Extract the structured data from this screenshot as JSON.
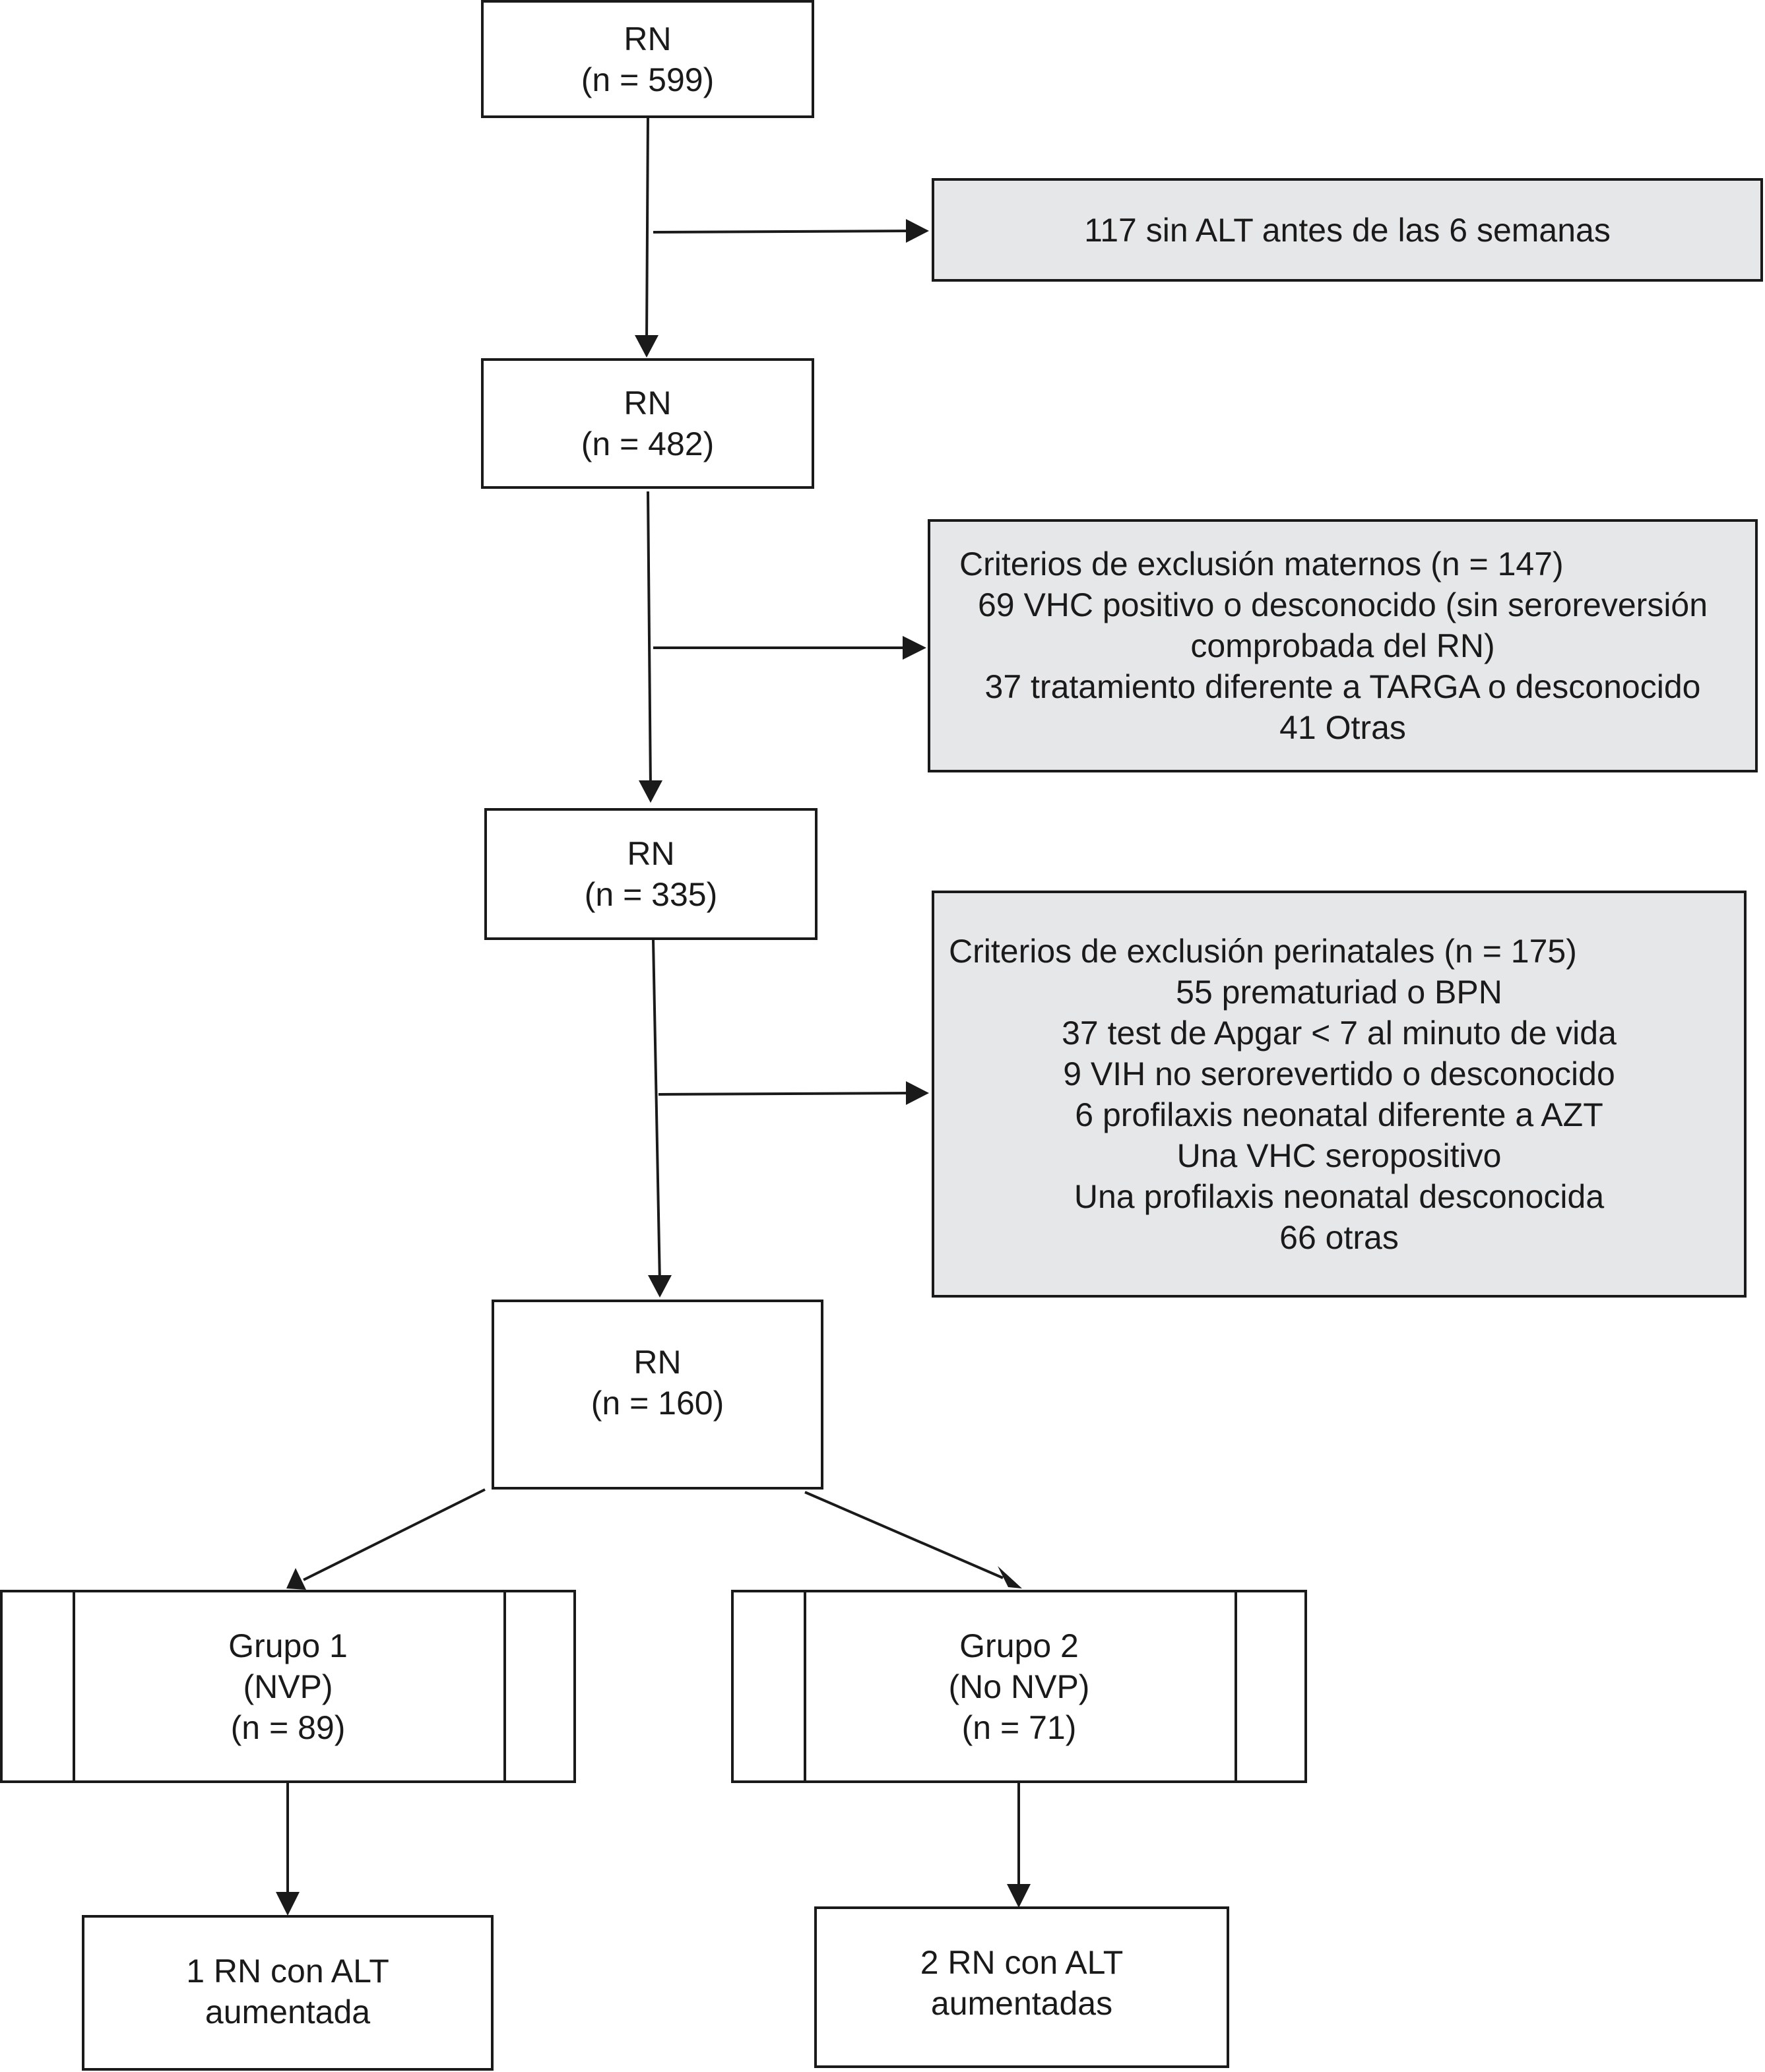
{
  "nodes": {
    "rn_599": [
      "RN",
      "(n = 599)"
    ],
    "excl_alt": [
      "117 sin ALT antes de las 6 semanas"
    ],
    "rn_482": [
      "RN",
      "(n = 482)"
    ],
    "excl_maternal": [
      "Criterios de exclusión maternos (n = 147)",
      "69 VHC positivo o desconocido (sin seroreversión",
      "comprobada del RN)",
      "37 tratamiento diferente a TARGA o desconocido",
      "41 Otras"
    ],
    "rn_335": [
      "RN",
      "(n = 335)"
    ],
    "excl_perinatal": [
      "Criterios de exclusión perinatales (n = 175)",
      "55 prematuriad o BPN",
      "37 test de Apgar < 7 al minuto de vida",
      "9 VIH no serorevertido o desconocido",
      "6 profilaxis neonatal diferente a AZT",
      "Una VHC seropositivo",
      "Una profilaxis neonatal desconocida",
      "66 otras"
    ],
    "rn_160": [
      "RN",
      "(n = 160)"
    ],
    "group1": [
      "Grupo 1",
      "(NVP)",
      "(n = 89)"
    ],
    "group2": [
      "Grupo 2",
      "(No NVP)",
      "(n = 71)"
    ],
    "outcome1": [
      "1 RN con ALT",
      "aumentada"
    ],
    "outcome2": [
      "2 RN con ALT",
      "aumentadas"
    ]
  },
  "colors": {
    "line": "#1a1a1a",
    "exclusion_fill": "#e6e7e8",
    "box_fill": "#ffffff"
  }
}
